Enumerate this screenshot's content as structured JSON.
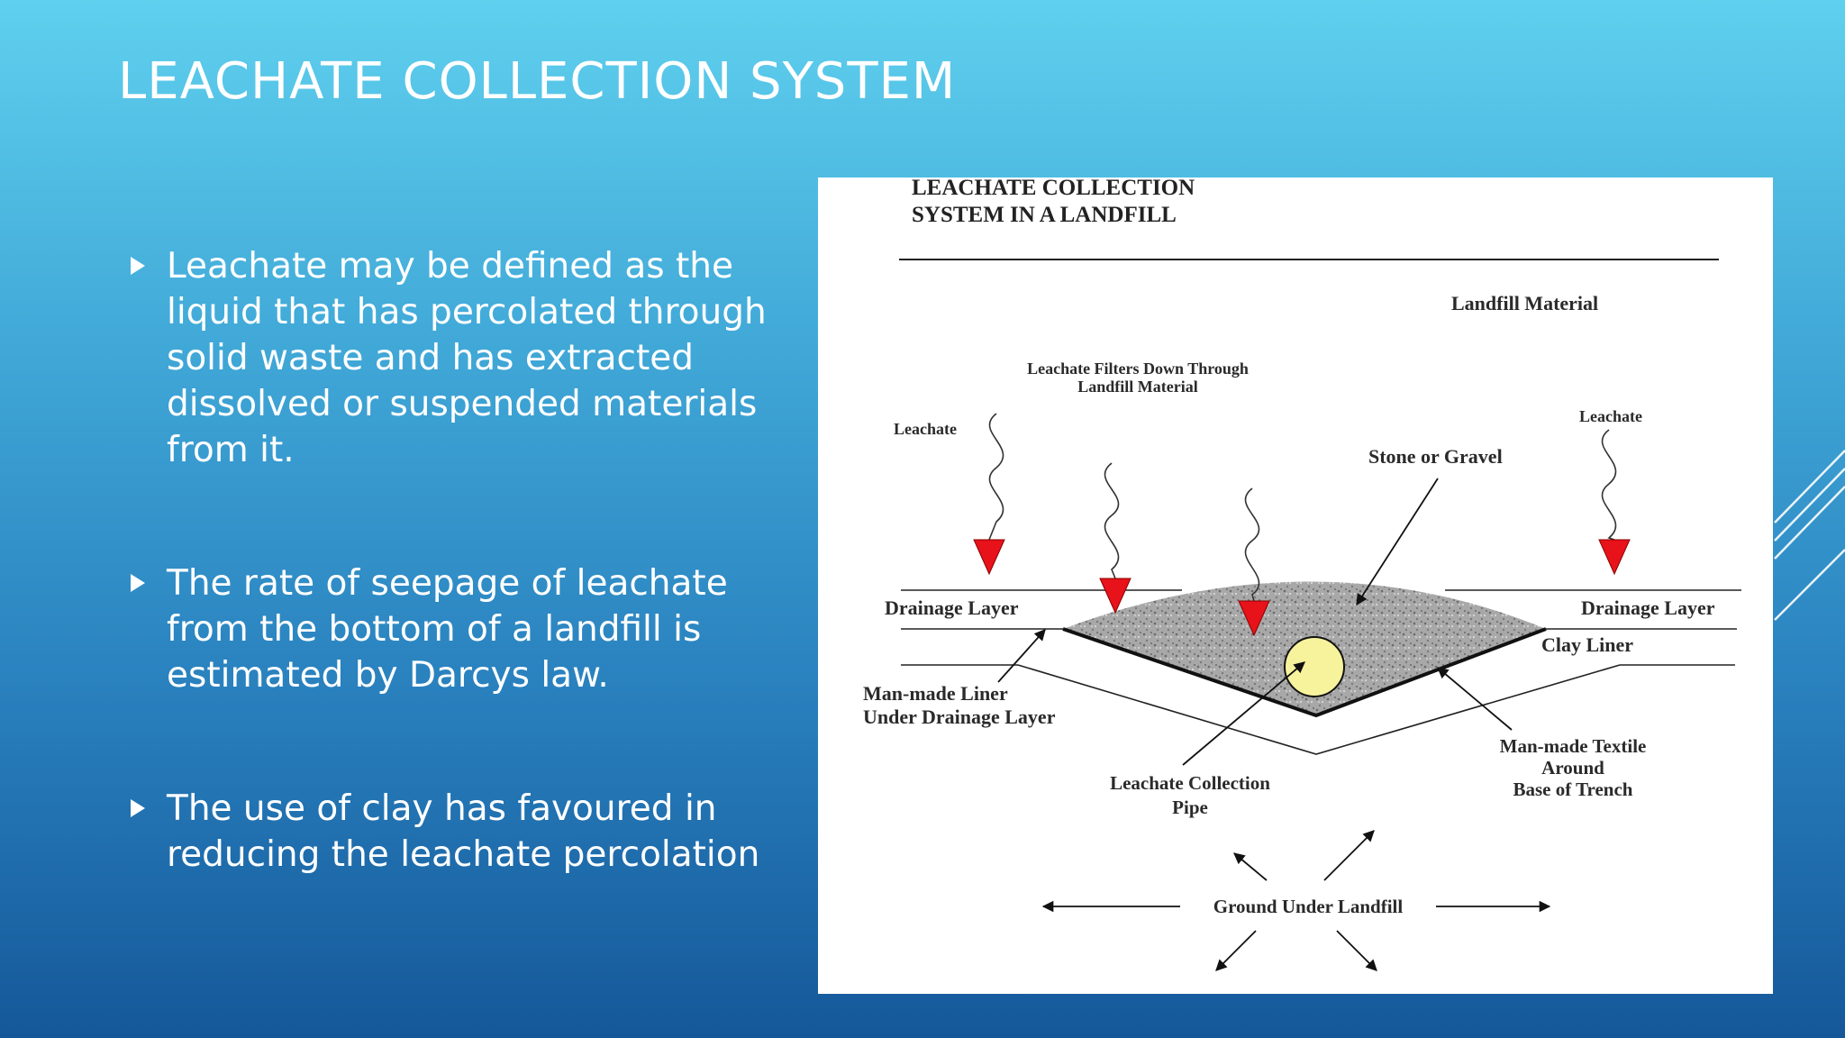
{
  "slide": {
    "title": "LEACHATE COLLECTION SYSTEM",
    "bullets": [
      "Leachate may be defined as the liquid that has percolated through solid waste and has extracted dissolved or suspended materials from it.",
      "The rate of seepage of leachate from the bottom of a landfill is estimated by Darcys law.",
      "The use of clay has favoured in reducing the leachate percolation"
    ]
  },
  "diagram": {
    "title_line1": "LEACHATE COLLECTION",
    "title_line2": "SYSTEM IN A LANDFILL",
    "labels": {
      "landfill_material": "Landfill Material",
      "filters_line1": "Leachate Filters Down Through",
      "filters_line2": "Landfill Material",
      "leachate_left": "Leachate",
      "leachate_right": "Leachate",
      "stone_gravel": "Stone or Gravel",
      "drainage_left": "Drainage Layer",
      "drainage_right": "Drainage Layer",
      "clay_liner": "Clay Liner",
      "liner_line1": "Man-made Liner",
      "liner_line2": "Under Drainage Layer",
      "textile_line1": "Man-made Textile",
      "textile_line2": "Around",
      "textile_line3": "Base of Trench",
      "pipe_line1": "Leachate Collection",
      "pipe_line2": "Pipe",
      "ground": "Ground Under Landfill"
    },
    "colors": {
      "arrowhead_fill": "#e8121a",
      "pipe_fill": "#f7f39c",
      "gravel_fill": "#a8a8a8"
    }
  },
  "icons": {
    "bullet": "triangle-right-icon",
    "decoration": "diagonal-lines-icon"
  }
}
